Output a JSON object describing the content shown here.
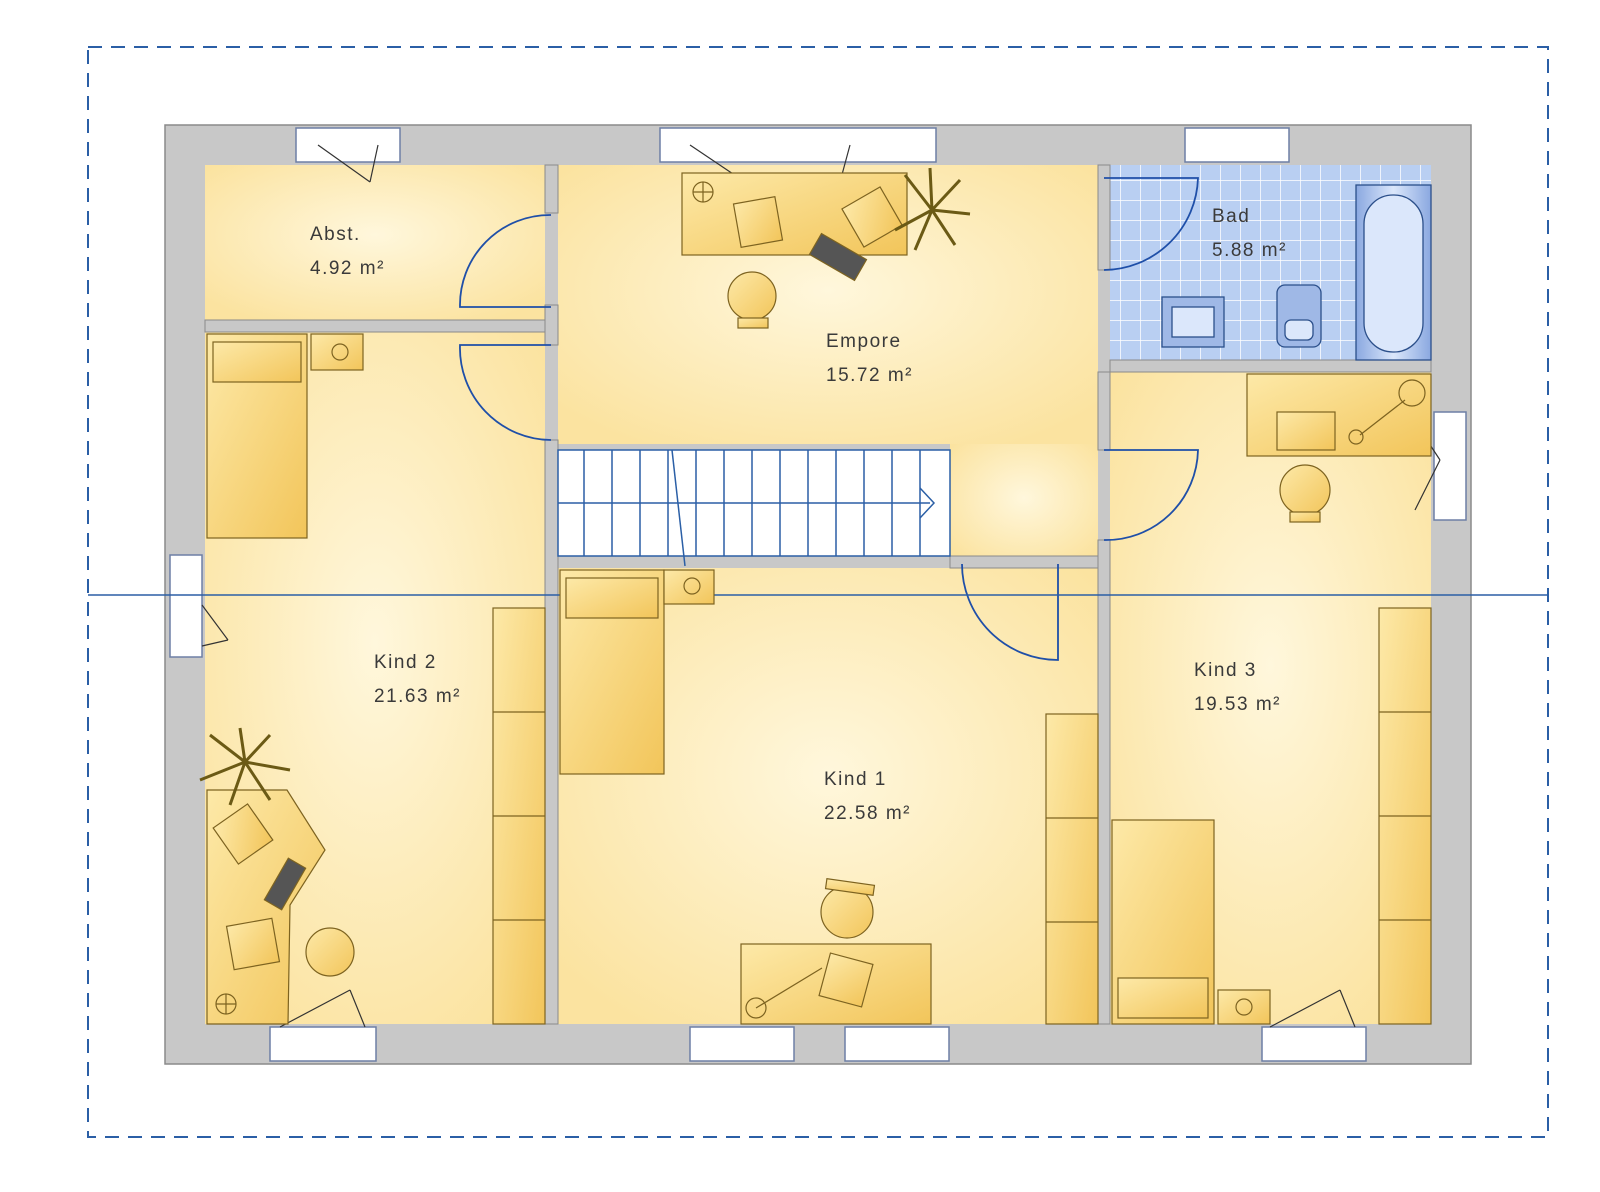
{
  "colors": {
    "wall": "#c9c9c9",
    "room_fill": "#fbe9b2",
    "room_glow": "#fff6d8",
    "furniture": "#f5cf6c",
    "furniture_line": "#8a6d1e",
    "tile": "#b6cdf0",
    "tile_line": "#ffffff",
    "door_line": "#1f4fa8",
    "dashed_line": "#2b5fa6",
    "stair_line": "#2b5fa6"
  },
  "rooms": [
    {
      "id": "abst",
      "name": "Abst.",
      "area": "4.92 m²"
    },
    {
      "id": "empore",
      "name": "Empore",
      "area": "15.72 m²"
    },
    {
      "id": "bad",
      "name": "Bad",
      "area": "5.88 m²"
    },
    {
      "id": "kind2",
      "name": "Kind 2",
      "area": "21.63 m²"
    },
    {
      "id": "kind1",
      "name": "Kind 1",
      "area": "22.58 m²"
    },
    {
      "id": "kind3",
      "name": "Kind 3",
      "area": "19.53 m²"
    }
  ]
}
